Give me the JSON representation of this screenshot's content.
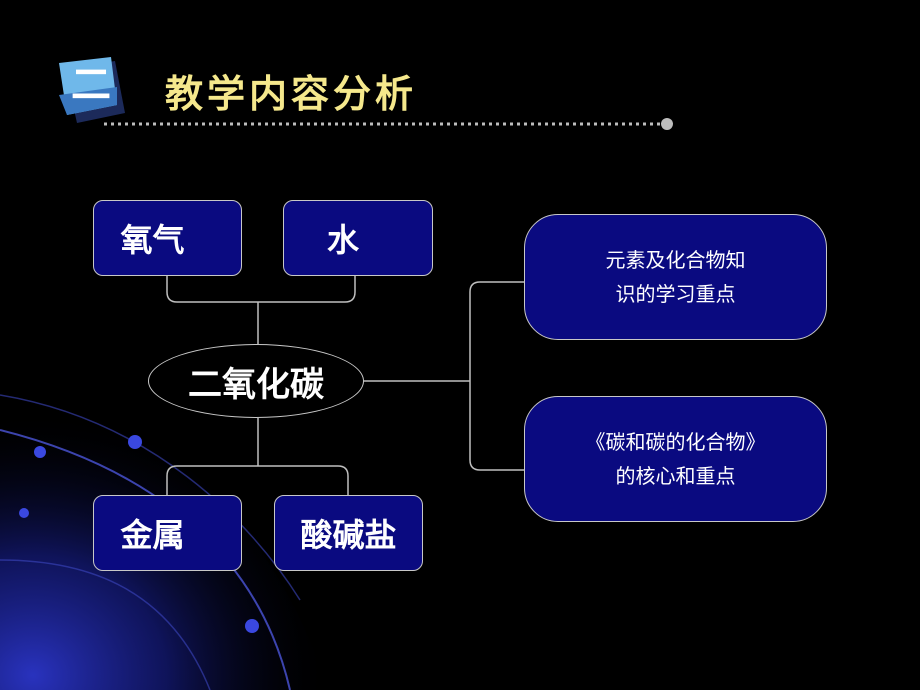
{
  "header": {
    "badge_numeral": "二",
    "title": "教学内容分析"
  },
  "diagram": {
    "center": "二氧化碳",
    "top_left": "氧气",
    "top_right": "水",
    "bottom_left": "金属",
    "bottom_right": "酸碱盐",
    "right_top": {
      "line1": "元素及化合物知",
      "line2": "识的学习重点"
    },
    "right_bottom": {
      "line1": "《碳和碳的化合物》",
      "line2": "的核心和重点"
    }
  },
  "colors": {
    "title": "#f5e88c",
    "box_fill": "#0a0a80",
    "border": "#c8c8c8",
    "background": "#000000"
  }
}
